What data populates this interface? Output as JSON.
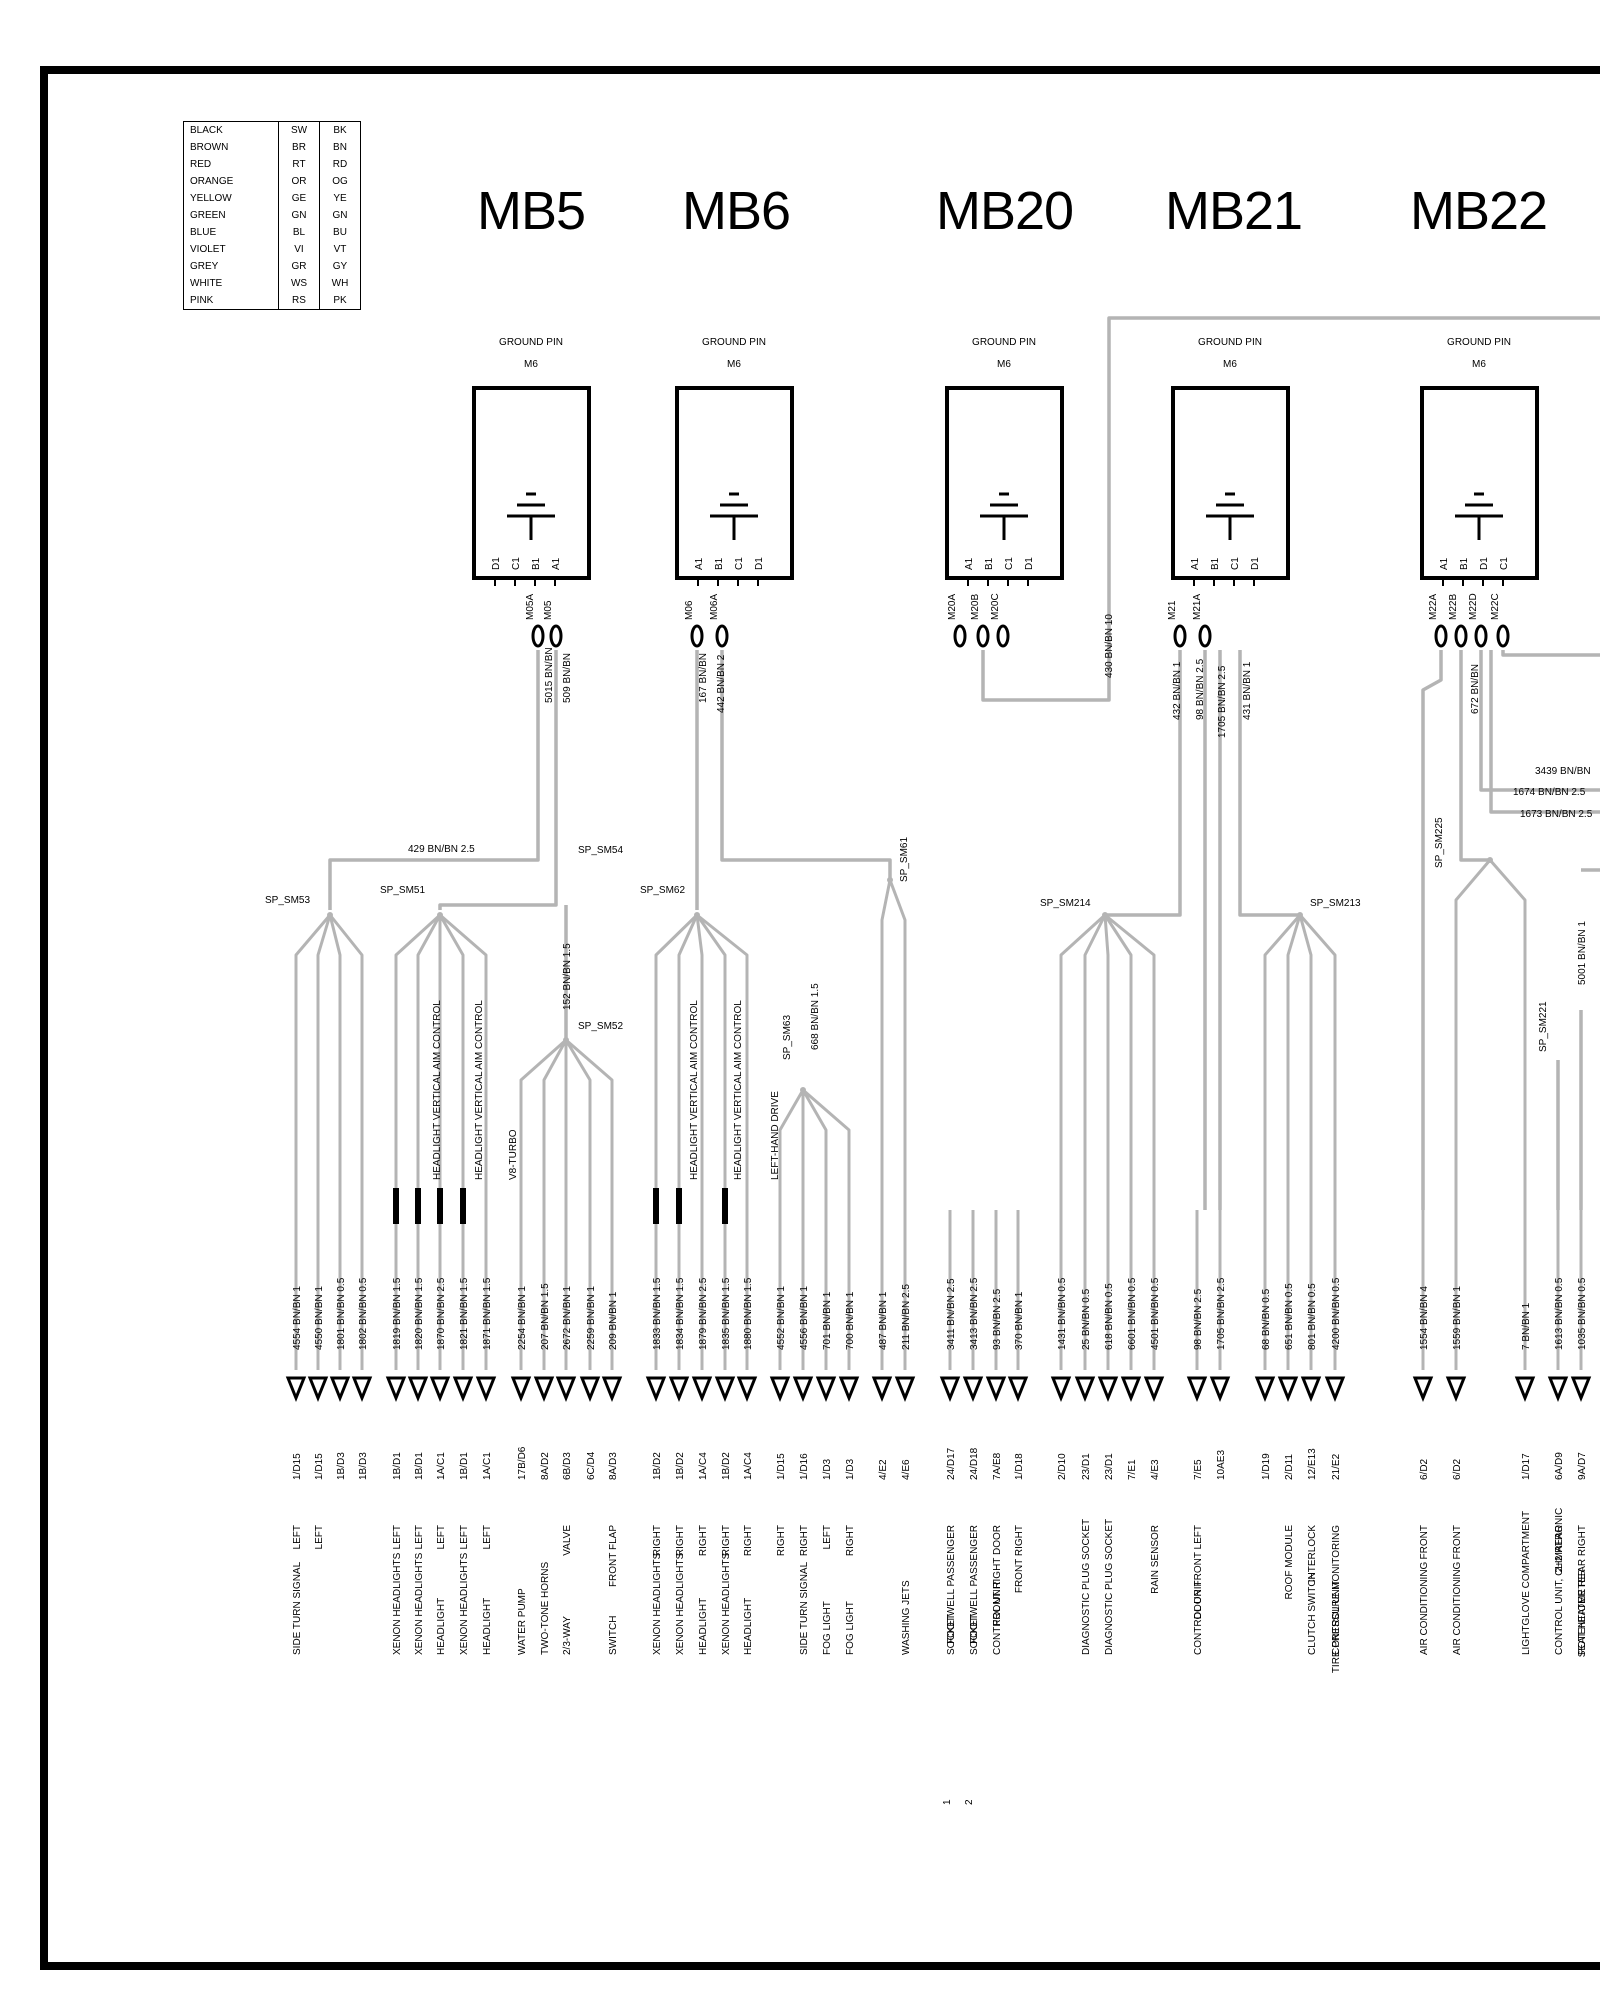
{
  "legend": [
    {
      "name": "BLACK",
      "de": "SW",
      "en": "BK"
    },
    {
      "name": "BROWN",
      "de": "BR",
      "en": "BN"
    },
    {
      "name": "RED",
      "de": "RT",
      "en": "RD"
    },
    {
      "name": "ORANGE",
      "de": "OR",
      "en": "OG"
    },
    {
      "name": "YELLOW",
      "de": "GE",
      "en": "YE"
    },
    {
      "name": "GREEN",
      "de": "GN",
      "en": "GN"
    },
    {
      "name": "BLUE",
      "de": "BL",
      "en": "BU"
    },
    {
      "name": "VIOLET",
      "de": "VI",
      "en": "VT"
    },
    {
      "name": "GREY",
      "de": "GR",
      "en": "GY"
    },
    {
      "name": "WHITE",
      "de": "WS",
      "en": "WH"
    },
    {
      "name": "PINK",
      "de": "RS",
      "en": "PK"
    }
  ],
  "ground_pin_label": "GROUND PIN",
  "ground_pin_size": "M6",
  "blocks": [
    {
      "title": "MB5",
      "pins": [
        "D1",
        "C1",
        "B1",
        "A1"
      ],
      "leads": [
        "M05A",
        "M05"
      ]
    },
    {
      "title": "MB6",
      "pins": [
        "A1",
        "B1",
        "C1",
        "D1"
      ],
      "leads": [
        "M06",
        "M06A"
      ]
    },
    {
      "title": "MB20",
      "pins": [
        "A1",
        "B1",
        "C1",
        "D1"
      ],
      "leads": [
        "M20A",
        "M20B",
        "M20C"
      ]
    },
    {
      "title": "MB21",
      "pins": [
        "A1",
        "B1",
        "C1",
        "D1"
      ],
      "leads": [
        "M21",
        "M21A"
      ]
    },
    {
      "title": "MB22",
      "pins": [
        "A1",
        "B1",
        "D1",
        "C1"
      ],
      "leads": [
        "M22A",
        "M22B",
        "M22D",
        "M22C"
      ]
    }
  ],
  "splices": [
    "SP_SM53",
    "SP_SM51",
    "SP_SM54",
    "SP_SM52",
    "SP_SM62",
    "SP_SM61",
    "SP_SM63",
    "SP_SM214",
    "SP_SM213",
    "SP_SM225",
    "SP_SM221"
  ],
  "trunk_labels": [
    "5015 BN/BN",
    "509 BN/BN",
    "167 BN/BN",
    "442 BN/BN 2",
    "430 BN/BN 10",
    "432 BN/BN 1",
    "98 BN/BN 2.5",
    "1705 BN/BN 2.5",
    "431 BN/BN 1",
    "672 BN/BN",
    "3439 BN/BN",
    "1674 BN/BN 2.5",
    "1673 BN/BN 2.5",
    "429 BN/BN 2.5",
    "152 BN/BN 1.5",
    "668 BN/BN 1.5",
    "5001 BN/BN 1"
  ],
  "side_notes": [
    "HEADLIGHT VERTICAL AIM CONTROL",
    "HEADLIGHT VERTICAL AIM CONTROL",
    "V8-TURBO",
    "HEADLIGHT VERTICAL AIM CONTROL",
    "HEADLIGHT VERTICAL AIM CONTROL",
    "LEFT-HAND DRIVE"
  ],
  "wires": [
    {
      "wire": "4554 BN/BN 1",
      "pos": "1/D15",
      "desc": "SIDE TURN SIGNAL",
      "side": "LEFT"
    },
    {
      "wire": "4550 BN/BN 1",
      "pos": "1/D15",
      "desc": "",
      "side": "LEFT"
    },
    {
      "wire": "1801 BN/BN 0.5",
      "pos": "1B/D3",
      "desc": "",
      "side": ""
    },
    {
      "wire": "1802 BN/BN 0.5",
      "pos": "1B/D3",
      "desc": "",
      "side": ""
    },
    {
      "wire": "1819 BN/BN 1.5",
      "pos": "1B/D1",
      "desc": "XENON HEADLIGHTS",
      "side": "LEFT"
    },
    {
      "wire": "1820 BN/BN 1.5",
      "pos": "1B/D1",
      "desc": "XENON HEADLIGHTS",
      "side": "LEFT"
    },
    {
      "wire": "1870 BN/BN 2.5",
      "pos": "1A/C1",
      "desc": "HEADLIGHT",
      "side": "LEFT"
    },
    {
      "wire": "1821 BN/BN 1.5",
      "pos": "1B/D1",
      "desc": "XENON HEADLIGHTS",
      "side": "LEFT"
    },
    {
      "wire": "1871 BN/BN 1.5",
      "pos": "1A/C1",
      "desc": "HEADLIGHT",
      "side": "LEFT"
    },
    {
      "wire": "2254 BN/BN 1",
      "pos": "17B/D6",
      "desc": "WATER PUMP",
      "side": ""
    },
    {
      "wire": "207 BN/BN 1.5",
      "pos": "8A/D2",
      "desc": "TWO-TONE HORNS",
      "side": ""
    },
    {
      "wire": "2672 BN/BN 1",
      "pos": "6B/D3",
      "desc": "2/3-WAY",
      "side": "VALVE"
    },
    {
      "wire": "2259 BN/BN 1",
      "pos": "6C/D4",
      "desc": "",
      "side": ""
    },
    {
      "wire": "209 BN/BN 1",
      "pos": "8A/D3",
      "desc": "SWITCH",
      "side": "FRONT FLAP"
    },
    {
      "wire": "1833 BN/BN 1.5",
      "pos": "1B/D2",
      "desc": "XENON HEADLIGHTS",
      "side": "RIGHT"
    },
    {
      "wire": "1834 BN/BN 1.5",
      "pos": "1B/D2",
      "desc": "XENON HEADLIGHTS",
      "side": "RIGHT"
    },
    {
      "wire": "1879 BN/BN 2.5",
      "pos": "1A/C4",
      "desc": "HEADLIGHT",
      "side": "RIGHT"
    },
    {
      "wire": "1835 BN/BN 1.5",
      "pos": "1B/D2",
      "desc": "XENON HEADLIGHTS",
      "side": "RIGHT"
    },
    {
      "wire": "1880 BN/BN 1.5",
      "pos": "1A/C4",
      "desc": "HEADLIGHT",
      "side": "RIGHT"
    },
    {
      "wire": "4552 BN/BN 1",
      "pos": "1/D15",
      "desc": "",
      "side": "RIGHT"
    },
    {
      "wire": "4556 BN/BN 1",
      "pos": "1/D16",
      "desc": "SIDE TURN SIGNAL",
      "side": "RIGHT"
    },
    {
      "wire": "701 BN/BN 1",
      "pos": "1/D3",
      "desc": "FOG LIGHT",
      "side": "LEFT"
    },
    {
      "wire": "700 BN/BN 1",
      "pos": "1/D3",
      "desc": "FOG LIGHT",
      "side": "RIGHT"
    },
    {
      "wire": "487 BN/BN 1",
      "pos": "4/E2",
      "desc": "",
      "side": ""
    },
    {
      "wire": "211 BN/BN 2.5",
      "pos": "4/E6",
      "desc": "WASHING JETS",
      "side": ""
    },
    {
      "wire": "3411 BN/BN 2.5",
      "pos": "24/D17",
      "desc": "SOCKET",
      "side": "FOOTWELL PASSENGER"
    },
    {
      "wire": "3413 BN/BN 2.5",
      "pos": "24/D18",
      "desc": "SOCKET",
      "side": "FOOTWELL PASSENGER"
    },
    {
      "wire": "93 BN/BN 2.5",
      "pos": "7A/E8",
      "desc": "CONTROL UNIT",
      "side": "FRONT RIGHT DOOR"
    },
    {
      "wire": "370 BN/BN 1",
      "pos": "1/D18",
      "desc": "",
      "side": "FRONT RIGHT"
    },
    {
      "wire": "1431 BN/BN 0.5",
      "pos": "2/D10",
      "desc": "",
      "side": ""
    },
    {
      "wire": "25 BN/BN 0.5",
      "pos": "23/D1",
      "desc": "DIAGNOSTIC PLUG SOCKET",
      "side": ""
    },
    {
      "wire": "618 BN/BN 0.5",
      "pos": "23/D1",
      "desc": "DIAGNOSTIC PLUG SOCKET",
      "side": ""
    },
    {
      "wire": "6601 BN/BN 0.5",
      "pos": "7/E1",
      "desc": "",
      "side": ""
    },
    {
      "wire": "4501 BN/BN 0.5",
      "pos": "4/E3",
      "desc": "",
      "side": "RAIN SENSOR"
    },
    {
      "wire": "98 BN/BN 2.5",
      "pos": "7/E5",
      "desc": "CONTROL UNIT",
      "side": "DOOR FRONT LEFT"
    },
    {
      "wire": "1705 BN/BN 2.5",
      "pos": "10AE3",
      "desc": "",
      "side": ""
    },
    {
      "wire": "68 BN/BN 0.5",
      "pos": "1/D19",
      "desc": "",
      "side": ""
    },
    {
      "wire": "651 BN/BN 0.5",
      "pos": "2/D11",
      "desc": "",
      "side": "ROOF MODULE"
    },
    {
      "wire": "801 BN/BN 0.5",
      "pos": "12/E13",
      "desc": "CLUTCH SWITCH",
      "side": "INTERLOCK"
    },
    {
      "wire": "4200 BN/BN 0.5",
      "pos": "21/E2",
      "desc": "CONTROL UNIT",
      "side": "TIRE PRESSURE MONITORING"
    },
    {
      "wire": "1554 BN/BN 4",
      "pos": "6/D2",
      "desc": "AIR CONDITIONING",
      "side": "FRONT"
    },
    {
      "wire": "1559 BN/BN 1",
      "pos": "6/D2",
      "desc": "AIR CONDITIONING",
      "side": "FRONT"
    },
    {
      "wire": "7 BN/BN 1",
      "pos": "1/D17",
      "desc": "LIGHTGLOVE COMPARTMENT",
      "side": ""
    },
    {
      "wire": "1613 BN/BN 0.5",
      "pos": "6A/D9",
      "desc": "CONTROL UNIT, CLIMATRONIC",
      "side": "2+2 REAR"
    },
    {
      "wire": "1035 BN/BN 0.5",
      "pos": "9A/D7",
      "desc": "POTENTIOMETER",
      "side": "SEAT HEATER REAR RIGHT"
    }
  ],
  "footnotes": [
    "1",
    "2"
  ]
}
